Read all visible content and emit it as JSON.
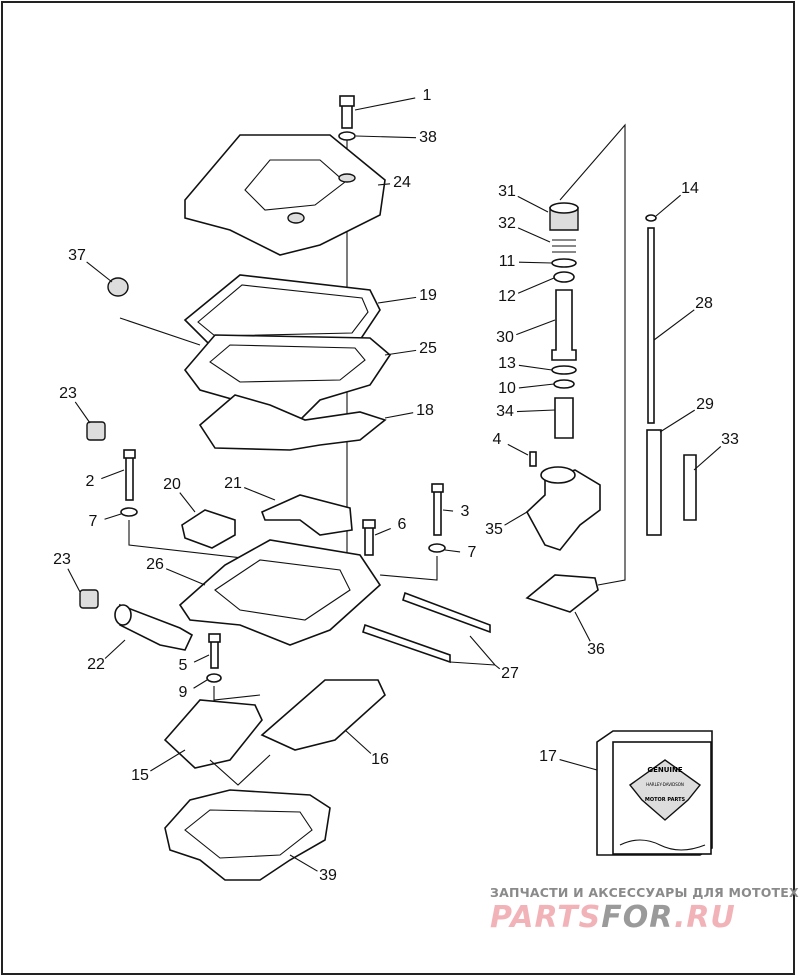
{
  "callouts": [
    "1",
    "38",
    "24",
    "31",
    "14",
    "32",
    "11",
    "37",
    "12",
    "28",
    "19",
    "30",
    "25",
    "13",
    "10",
    "23",
    "34",
    "18",
    "29",
    "4",
    "33",
    "2",
    "20",
    "21",
    "3",
    "7",
    "6",
    "35",
    "7",
    "23",
    "26",
    "36",
    "22",
    "5",
    "27",
    "9",
    "16",
    "17",
    "15",
    "39"
  ],
  "logo": {
    "line1": "GENUINE",
    "line2": "HARLEY-DAVIDSON",
    "line3": "MOTOR PARTS"
  },
  "watermark": {
    "tagline": "ЗАПЧАСТИ И АКСЕССУАРЫ ДЛЯ МОТОТЕХНИКИ",
    "brand_a": "PARTS",
    "brand_b": "FOR",
    "brand_c": ".RU",
    "color_pink": "#f2b3b8",
    "color_gray": "#9a9a9a"
  }
}
